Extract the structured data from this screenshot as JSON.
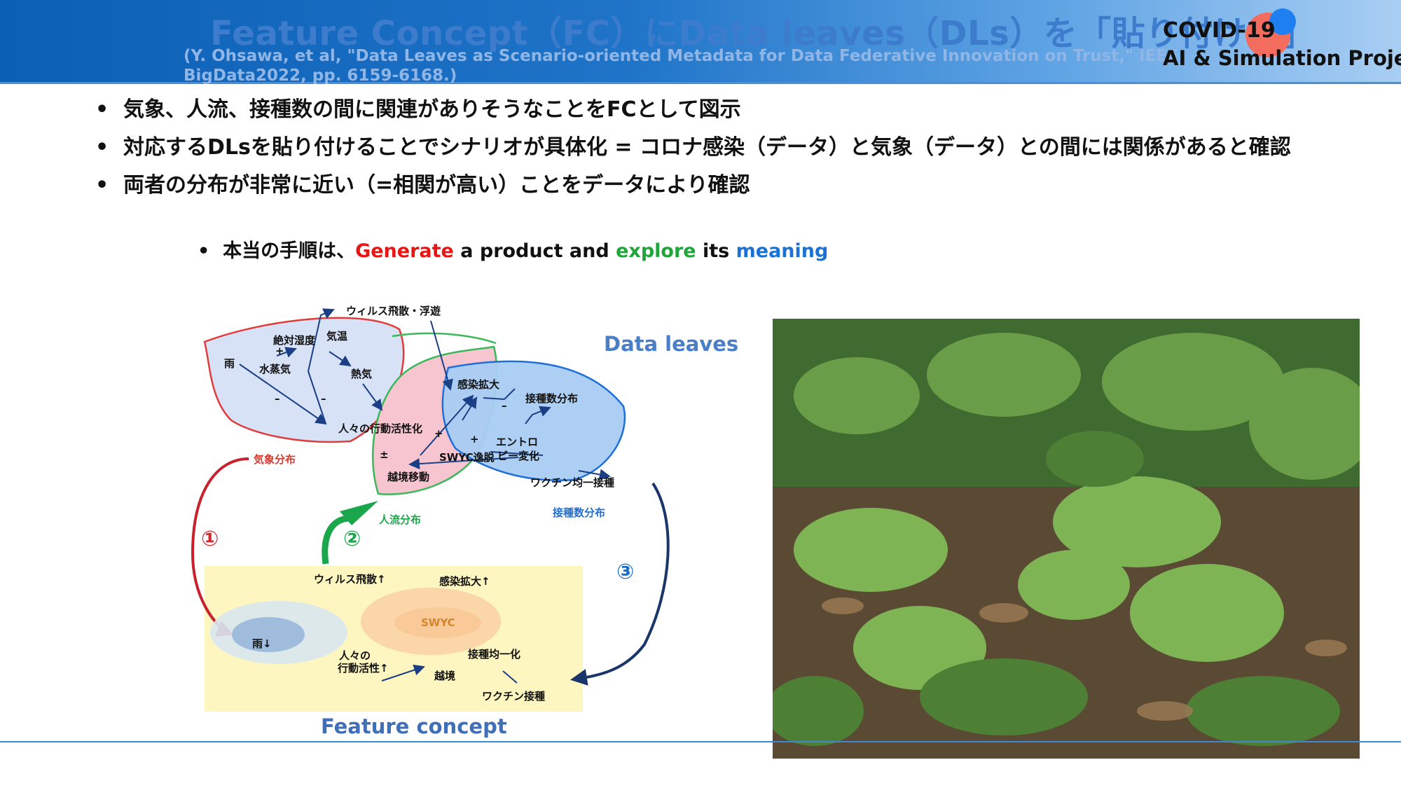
{
  "header": {
    "title": "Feature Concept（FC）にData leaves（DLs）を「貼り付ける」",
    "citation": "(Y. Ohsawa, et al, \"Data Leaves as Scenario-oriented Metadata for Data Federative Innovation on Trust,\" IEEE BigData2022, pp. 6159-6168.)",
    "logo": {
      "line1": "COVID-19",
      "line2": "AI & Simulation Project"
    }
  },
  "bullets": [
    "気象、人流、接種数の間に関連がありそうなことをFCとして図示",
    "対応するDLsを貼り付けることでシナリオが具体化 = コロナ感染（データ）と気象（データ）との間には関係があると確認",
    "両者の分布が非常に近い（=相関が高い）ことをデータにより確認"
  ],
  "bullet_marker": "•",
  "sub_bullet": {
    "prefix": "本当の手順は、",
    "generate": "Generate",
    "mid1": " a product and ",
    "explore": "explore",
    "mid2": " its ",
    "meaning": "meaning"
  },
  "diagram": {
    "data_leaves_title": "Data leaves",
    "feature_concept_title": "Feature concept",
    "weather_leaf": {
      "labels": [
        "雨",
        "絶対湿度",
        "気温",
        "水蒸気",
        "熱気",
        "人々の行動活性化",
        "ウィルス飛散・浮遊"
      ],
      "caption": "気象分布",
      "signs": [
        "+",
        "–",
        "–"
      ]
    },
    "people_leaf": {
      "labels": [
        "越境移動",
        "SWYC逸脱"
      ],
      "caption": "人流分布",
      "signs": [
        "±",
        "+",
        "+"
      ]
    },
    "vaccine_leaf": {
      "labels": [
        "感染拡大",
        "接種数分布",
        "エントロ",
        "ピー変化",
        "ワクチン均一接種"
      ],
      "caption": "接種数分布",
      "signs": [
        "–"
      ]
    },
    "steps": [
      "①",
      "②",
      "③"
    ],
    "fc": {
      "labels": [
        "ウィルス飛散↑",
        "感染拡大↑",
        "SWYC",
        "雨↓",
        "人々の",
        "行動活性↑",
        "接種均一化",
        "越境",
        "ワクチン接種"
      ]
    },
    "colors": {
      "weather": "#d7e2f6",
      "weather_edge": "#e03c3c",
      "people": "#f7c5cf",
      "people_edge": "#3bb85a",
      "vaccine": "#a9ccf3",
      "vaccine_edge": "#1e6fd9",
      "arrow": "#1a3f86"
    }
  },
  "photo": {
    "description_icon": "forest-undergrowth-photo"
  }
}
